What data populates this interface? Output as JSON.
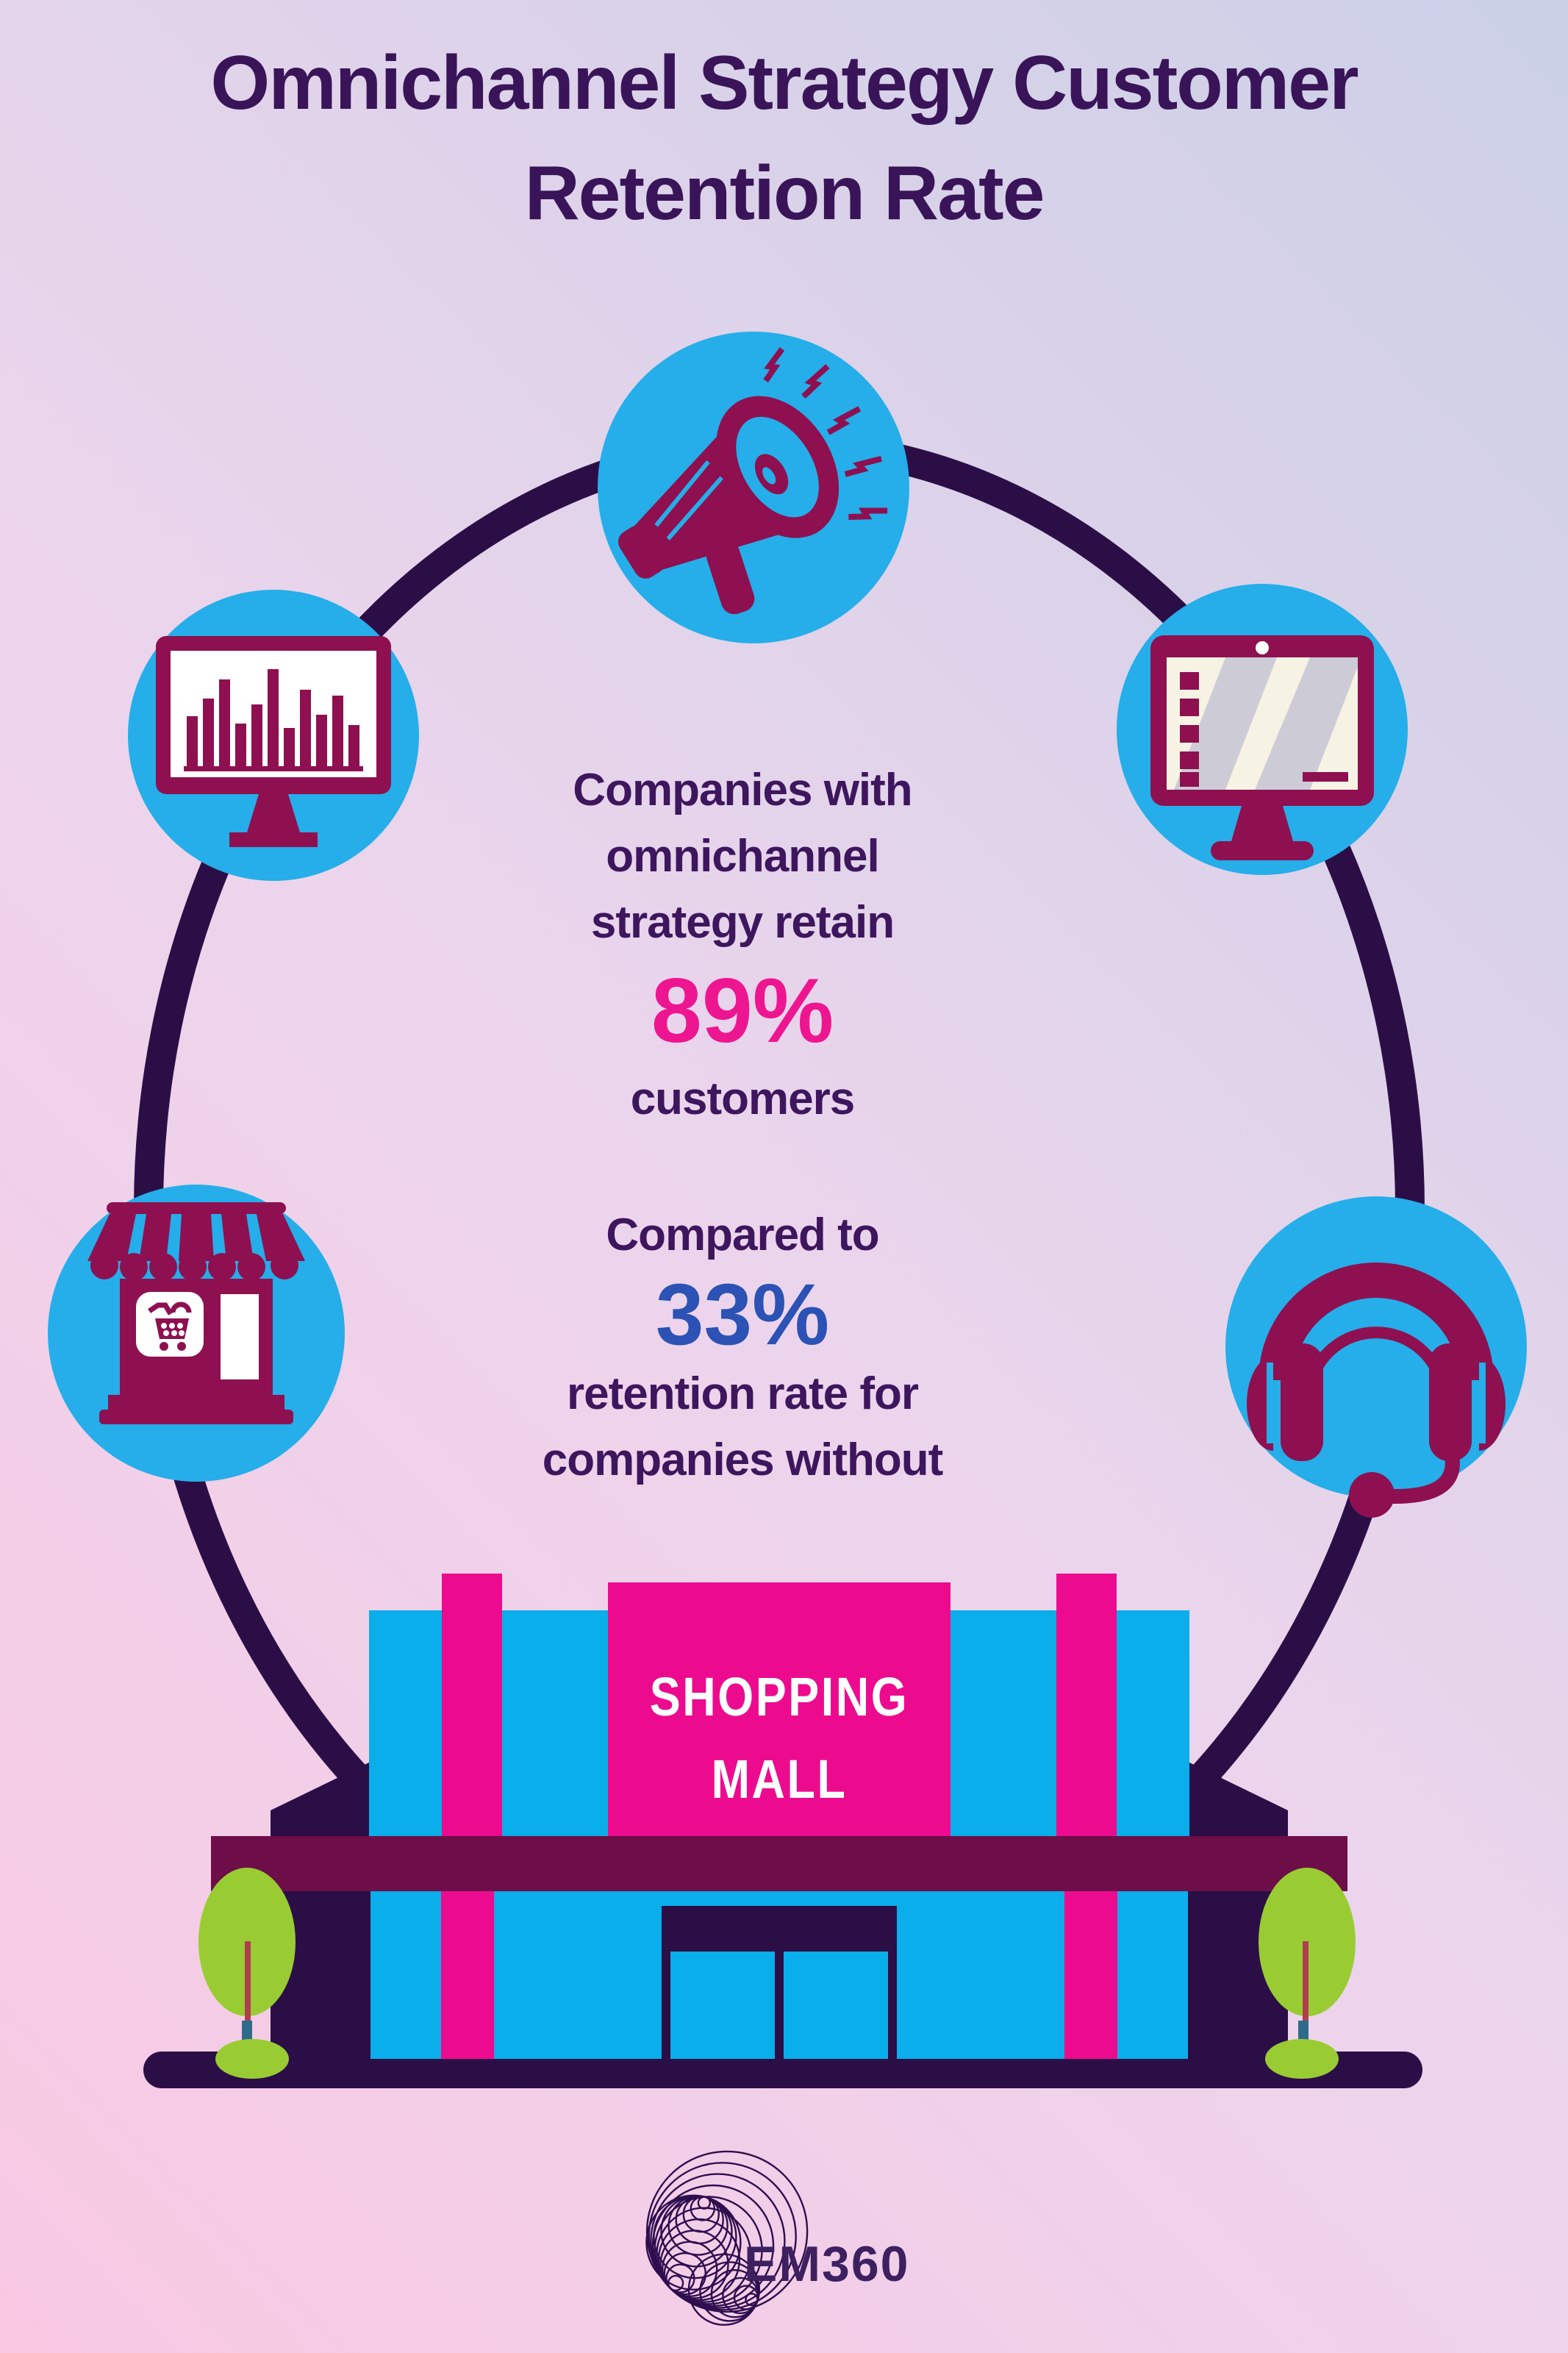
{
  "title": {
    "line1": "Omnichannel Strategy Customer",
    "line2": "Retention Rate"
  },
  "stats": {
    "with_omnichannel": {
      "line1": "Companies with",
      "line2": "omnichannel",
      "line3": "strategy retain",
      "value": "89%",
      "line4": "customers"
    },
    "without_omnichannel": {
      "line1": "Compared to",
      "value": "33%",
      "line2": "retention rate for",
      "line3": "companies without"
    }
  },
  "mall": {
    "sign_line1": "SHOPPING",
    "sign_line2": "MALL"
  },
  "footer": {
    "brand": "EM360"
  },
  "icons": {
    "top": "megaphone-icon",
    "left": "analytics-monitor-icon",
    "right": "desktop-monitor-icon",
    "bottom_left": "storefront-icon",
    "bottom_right": "headset-icon"
  },
  "colors": {
    "accent_pink": "#ee1690",
    "accent_blue": "#2b52b4",
    "circle_blue": "#25aee9",
    "icon_maroon": "#8e1050",
    "dark_purple": "#2c0e47",
    "mall_pink": "#ec0b8f",
    "mall_blue": "#09aeea",
    "band_maroon": "#6d0e49",
    "tree_green": "#99cc33",
    "text_purple": "#3a1458"
  }
}
